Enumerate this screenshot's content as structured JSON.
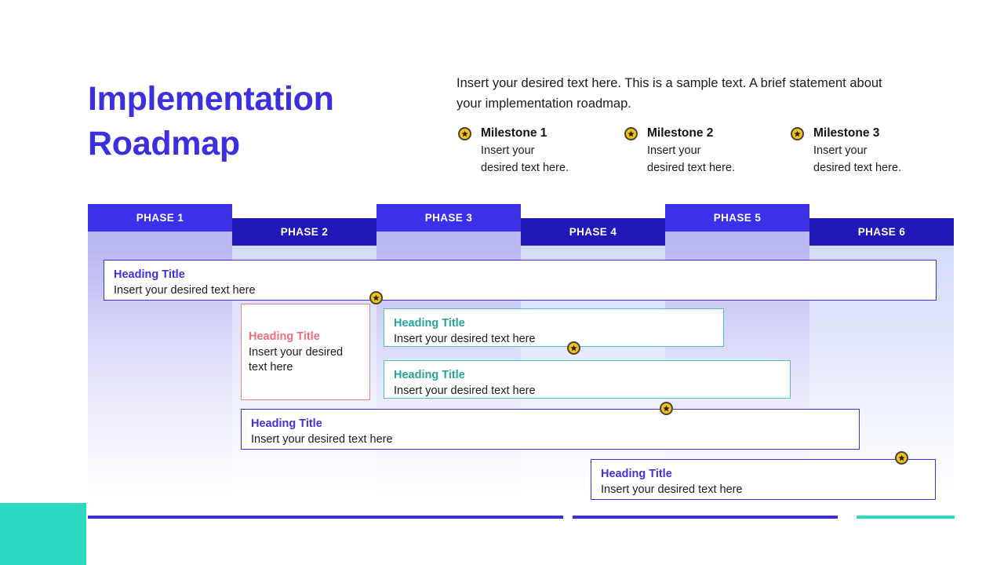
{
  "header": {
    "title": "Implementation\nRoadmap",
    "intro": "Insert your desired text here. This is a sample text. A brief statement about your implementation roadmap.",
    "milestones": [
      {
        "title": "Milestone 1",
        "text": "Insert your\ndesired text here.",
        "icon": "star-badge-icon"
      },
      {
        "title": "Milestone 2",
        "text": "Insert your\ndesired text here.",
        "icon": "star-badge-icon"
      },
      {
        "title": "Milestone 3",
        "text": "Insert your\ndesired text here.",
        "icon": "star-badge-icon"
      }
    ]
  },
  "timeline": {
    "phases": [
      {
        "label": "PHASE 1",
        "variant": "odd"
      },
      {
        "label": "PHASE 2",
        "variant": "even"
      },
      {
        "label": "PHASE 3",
        "variant": "odd"
      },
      {
        "label": "PHASE 4",
        "variant": "even"
      },
      {
        "label": "PHASE 5",
        "variant": "odd"
      },
      {
        "label": "PHASE 6",
        "variant": "even"
      }
    ],
    "bars": [
      {
        "title": "Heading Title",
        "text": "Insert your desired text here",
        "color": "blue",
        "align": "top"
      },
      {
        "title": "Heading Title",
        "text": "Insert your desired\ntext here",
        "color": "pink",
        "align": "center"
      },
      {
        "title": "Heading Title",
        "text": "Insert your desired text here",
        "color": "teal",
        "align": "top"
      },
      {
        "title": "Heading Title",
        "text": "Insert your desired text here",
        "color": "teal",
        "align": "top"
      },
      {
        "title": "Heading Title",
        "text": "Insert your desired text here",
        "color": "purple",
        "align": "top"
      },
      {
        "title": "Heading Title",
        "text": "Insert your desired text here",
        "color": "purple",
        "align": "top"
      }
    ],
    "markers": [
      {
        "name": "marker-bar-1"
      },
      {
        "name": "marker-bar-3"
      },
      {
        "name": "marker-bar-5"
      },
      {
        "name": "marker-bar-6"
      }
    ]
  },
  "colors": {
    "brand_blue": "#3B2FE0",
    "phase_odd": "#3B31E8",
    "phase_even": "#2218B8",
    "teal": "#2BD9C4",
    "pink": "#EF6D7C",
    "badge_gold": "#F2C21A"
  }
}
